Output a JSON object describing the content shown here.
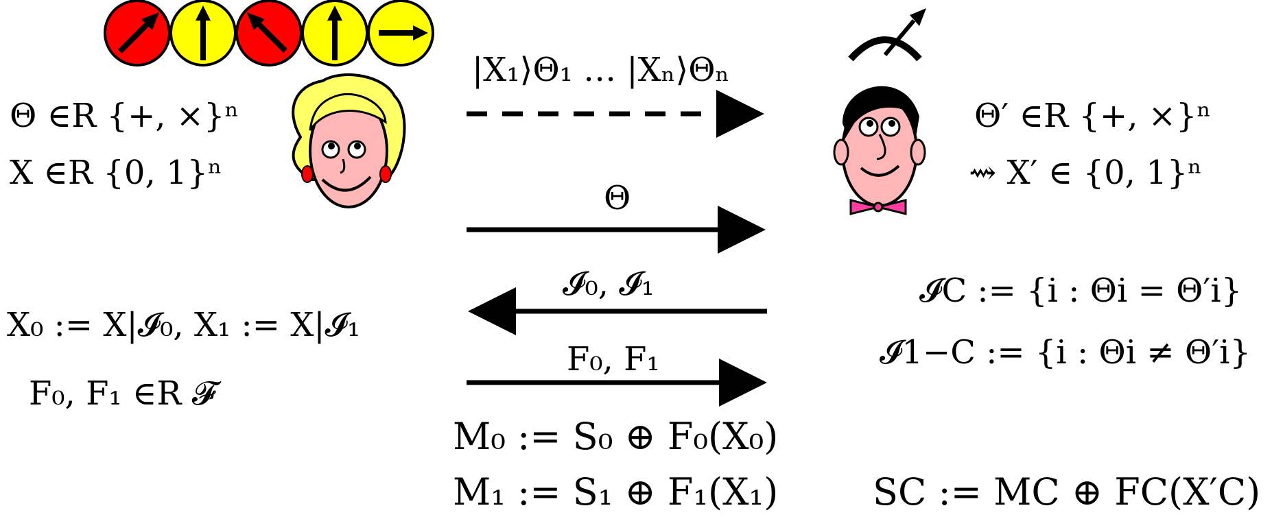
{
  "photons": [
    {
      "color": "#ff0000",
      "direction": "diagonal-up-right"
    },
    {
      "color": "#ffff00",
      "direction": "up"
    },
    {
      "color": "#ff0000",
      "direction": "diagonal-up-left"
    },
    {
      "color": "#ffff00",
      "direction": "up"
    },
    {
      "color": "#ffff00",
      "direction": "right"
    }
  ],
  "alice": {
    "theta_line": "Θ ∈R {+, ×}ⁿ",
    "x_line": "X ∈R {0, 1}ⁿ",
    "split_line": "X₀ := X|𝓘₀, X₁ := X|𝓘₁",
    "f_line": "F₀, F₁ ∈R 𝓕"
  },
  "bob": {
    "theta_line": "Θ′ ∈R {+, ×}ⁿ",
    "x_line": "⇝ X′ ∈ {0, 1}ⁿ",
    "ic_line": "𝓘C := {i : Θi = Θ′i}",
    "i1c_line": "𝓘1−C := {i : Θi ≠ Θ′i}",
    "s_line": "SC := MC ⊕ FC(X′C)"
  },
  "messages": {
    "quantum": "|X₁⟩Θ₁ … |Xₙ⟩Θₙ",
    "theta": "Θ",
    "index_sets": "𝓘₀, 𝓘₁",
    "functions": "F₀, F₁",
    "m0": "M₀ := S₀ ⊕ F₀(X₀)",
    "m1": "M₁ := S₁ ⊕ F₁(X₁)"
  },
  "colors": {
    "photon_red": "#ff0000",
    "photon_yellow": "#ffff00",
    "alice_hair": "#ffff66",
    "skin": "#ffb6b6",
    "bowtie": "#ff3fa0"
  }
}
